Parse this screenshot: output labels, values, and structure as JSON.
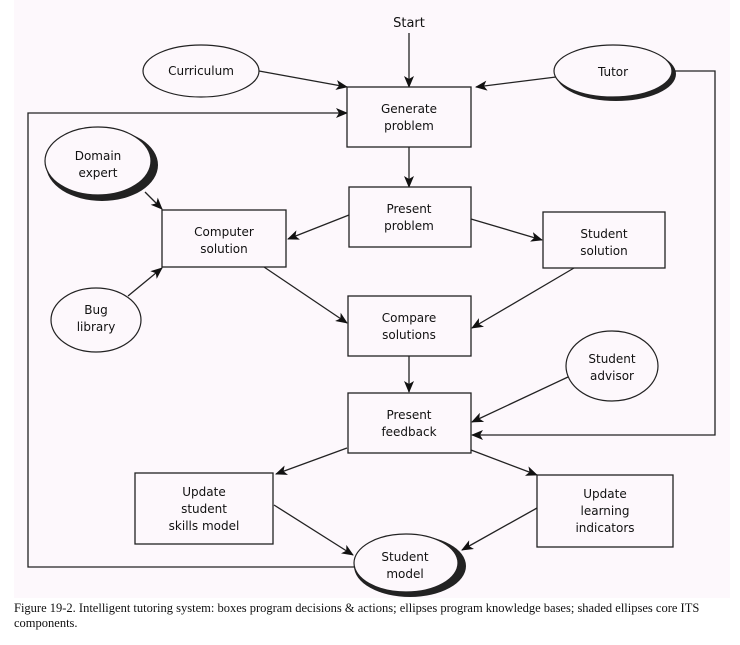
{
  "diagram": {
    "start_label": "Start",
    "nodes": {
      "curriculum": {
        "lines": [
          "Curriculum"
        ],
        "kind": "ellipse",
        "shaded": false
      },
      "tutor": {
        "lines": [
          "Tutor"
        ],
        "kind": "ellipse",
        "shaded": true
      },
      "domain_expert": {
        "lines": [
          "Domain",
          "expert"
        ],
        "kind": "ellipse",
        "shaded": true
      },
      "bug_library": {
        "lines": [
          "Bug",
          "library"
        ],
        "kind": "ellipse",
        "shaded": false
      },
      "student_advisor": {
        "lines": [
          "Student",
          "advisor"
        ],
        "kind": "ellipse",
        "shaded": false
      },
      "student_model": {
        "lines": [
          "Student",
          "model"
        ],
        "kind": "ellipse",
        "shaded": true
      },
      "generate_problem": {
        "lines": [
          "Generate",
          "problem"
        ],
        "kind": "box"
      },
      "present_problem": {
        "lines": [
          "Present",
          "problem"
        ],
        "kind": "box"
      },
      "computer_solution": {
        "lines": [
          "Computer",
          "solution"
        ],
        "kind": "box"
      },
      "student_solution": {
        "lines": [
          "Student",
          "solution"
        ],
        "kind": "box"
      },
      "compare_solutions": {
        "lines": [
          "Compare",
          "solutions"
        ],
        "kind": "box"
      },
      "present_feedback": {
        "lines": [
          "Present",
          "feedback"
        ],
        "kind": "box"
      },
      "update_skills": {
        "lines": [
          "Update",
          "student",
          "skills model"
        ],
        "kind": "box"
      },
      "update_indicators": {
        "lines": [
          "Update",
          "learning",
          "indicators"
        ],
        "kind": "box"
      }
    },
    "edges": [
      {
        "from": "start",
        "to": "generate_problem"
      },
      {
        "from": "curriculum",
        "to": "generate_problem"
      },
      {
        "from": "tutor",
        "to": "generate_problem"
      },
      {
        "from": "student_model",
        "to": "generate_problem"
      },
      {
        "from": "generate_problem",
        "to": "present_problem"
      },
      {
        "from": "present_problem",
        "to": "computer_solution"
      },
      {
        "from": "present_problem",
        "to": "student_solution"
      },
      {
        "from": "domain_expert",
        "to": "computer_solution"
      },
      {
        "from": "bug_library",
        "to": "computer_solution"
      },
      {
        "from": "computer_solution",
        "to": "compare_solutions"
      },
      {
        "from": "student_solution",
        "to": "compare_solutions"
      },
      {
        "from": "compare_solutions",
        "to": "present_feedback"
      },
      {
        "from": "student_advisor",
        "to": "present_feedback"
      },
      {
        "from": "tutor",
        "to": "present_feedback"
      },
      {
        "from": "present_feedback",
        "to": "update_skills"
      },
      {
        "from": "present_feedback",
        "to": "update_indicators"
      },
      {
        "from": "update_skills",
        "to": "student_model"
      },
      {
        "from": "update_indicators",
        "to": "student_model"
      }
    ]
  },
  "caption": "Figure 19-2. Intelligent tutoring system: boxes program decisions & actions; ellipses program knowledge bases; shaded ellipses core ITS components."
}
